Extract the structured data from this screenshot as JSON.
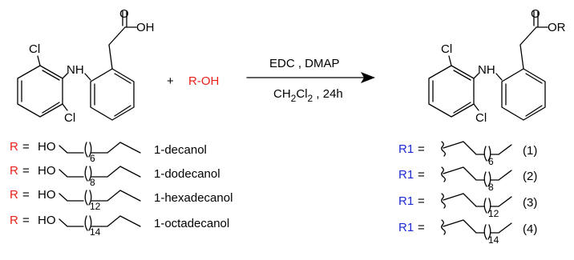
{
  "atoms": {
    "cl": "Cl",
    "nh": "NH",
    "o": "O",
    "oh": "OH",
    "or": "OR",
    "ho": "HO"
  },
  "reaction": {
    "plus": "+",
    "reagent": "R-OH",
    "conditions_top": "EDC , DMAP",
    "solvent_main": "CH",
    "solvent_sub1": "2",
    "solvent_mid": "Cl",
    "solvent_sub2": "2",
    "solvent_tail": " , 24h"
  },
  "r_label": "R",
  "r1_label": "R1",
  "equals": "=",
  "alcohols": [
    {
      "n": "6",
      "name": "1-decanol"
    },
    {
      "n": "8",
      "name": "1-dodecanol"
    },
    {
      "n": "12",
      "name": "1-hexadecanol"
    },
    {
      "n": "14",
      "name": "1-octadecanol"
    }
  ],
  "esters": [
    {
      "n": "6",
      "num": "(1)"
    },
    {
      "n": "8",
      "num": "(2)"
    },
    {
      "n": "12",
      "num": "(3)"
    },
    {
      "n": "14",
      "num": "(4)"
    }
  ],
  "colors": {
    "red": "#e8201a",
    "blue": "#1d2bd3"
  }
}
